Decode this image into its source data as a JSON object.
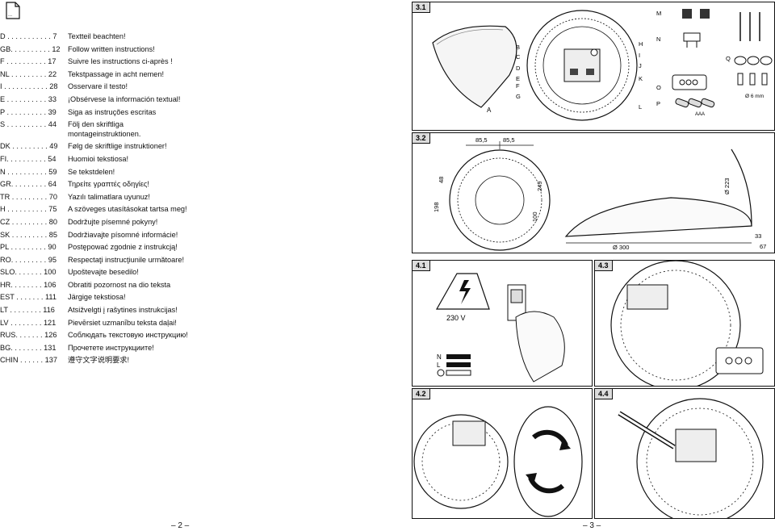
{
  "left_page": {
    "languages": [
      {
        "code": "D . . . . . . . . . . . 7",
        "text": "Textteil beachten!"
      },
      {
        "code": "GB. . . . . . . . . . 12",
        "text": "Follow written instructions!"
      },
      {
        "code": "F . . . . . . . . . . 17",
        "text": "Suivre les instructions ci-après !"
      },
      {
        "code": "NL . . . . . . . . . 22",
        "text": "Tekstpassage in acht nemen!"
      },
      {
        "code": "I . . . . . . . . . . . 28",
        "text": "Osservare il testo!"
      },
      {
        "code": "E . . . . . . . . . . 33",
        "text": "¡Obsérvese la información textual!"
      },
      {
        "code": "P . . . . . . . . . . 39",
        "text": "Siga as instruções escritas"
      },
      {
        "code": "S . . . . . . . . . . 44",
        "text": "Följ den skriftliga montageinstruktionen."
      },
      {
        "code": "DK . . . . . . . . . 49",
        "text": "Følg de skriftlige instruktioner!"
      },
      {
        "code": "FI. . . . . . . . . . 54",
        "text": "Huomioi tekstiosa!"
      },
      {
        "code": "N . . . . . . . . . . 59",
        "text": "Se tekstdelen!"
      },
      {
        "code": "GR. . . . . . . . . 64",
        "text": "Τηρείτε γραπτές οδηγίες!"
      },
      {
        "code": "TR . . . . . . . . . 70",
        "text": "Yazılı talimatlara uyunuz!"
      },
      {
        "code": "H . . . . . . . . . . 75",
        "text": "A szöveges utasításokat tartsa meg!"
      },
      {
        "code": "CZ . . . . . . . . . 80",
        "text": "Dodržujte písemné pokyny!"
      },
      {
        "code": "SK . . . . . . . . . 85",
        "text": "Dodržiavajte písomné informácie!"
      },
      {
        "code": "PL . . . . . . . . . 90",
        "text": "Postępować zgodnie z instrukcją!"
      },
      {
        "code": "RO. . . . . . . . . 95",
        "text": "Respectaţi instrucţiunile următoare!"
      },
      {
        "code": "SLO. . . . . . . 100",
        "text": "Upoštevajte besedilo!"
      },
      {
        "code": "HR. . . . . . . . 106",
        "text": "Obratiti pozornost na dio teksta"
      },
      {
        "code": "EST . . . . . . . 111",
        "text": "Järgige tekstiosa!"
      },
      {
        "code": "LT . . . . . . . . 116",
        "text": "Atsižvelgti į rašytines instrukcijas!"
      },
      {
        "code": "LV . . . . . . . . 121",
        "text": "Pievērsiet uzmanību teksta daļai!"
      },
      {
        "code": "RUS. . . . . . . 126",
        "text": "Соблюдать текстовую инструкцию!"
      },
      {
        "code": "BG. . . . . . . . 131",
        "text": "Прочетете инструкциите!"
      },
      {
        "code": "CHIN . . . . . . 137",
        "text": "遵守文字说明要求!"
      }
    ],
    "page_number": "– 2 –"
  },
  "right_page": {
    "page_number": "– 3 –",
    "fig_3_1": {
      "label": "3.1",
      "letters_left": [
        "B",
        "C",
        "D",
        "E",
        "F",
        "G"
      ],
      "letters_right": [
        "H",
        "I",
        "J",
        "K",
        "L"
      ],
      "letter_a": "A",
      "letter_m": "M",
      "letter_n": "N",
      "letter_o": "O",
      "letter_p": "P",
      "letter_q": "Q",
      "battery_label": "AAA",
      "screw_label": "Ø 6 mm"
    },
    "fig_3_2": {
      "label": "3.2",
      "dim_85_left": "85,5",
      "dim_85_right": "85,5",
      "dim_48": "48",
      "dim_198": "198",
      "dim_249": "249",
      "dim_100": "100",
      "dim_300": "Ø 300",
      "dim_223": "Ø 223",
      "dim_33": "33",
      "dim_67": "67"
    },
    "fig_4_1": {
      "label": "4.1",
      "voltage": "230 V",
      "wire_n": "N",
      "wire_l": "L"
    },
    "fig_4_2": {
      "label": "4.2"
    },
    "fig_4_3": {
      "label": "4.3"
    },
    "fig_4_4": {
      "label": "4.4"
    }
  }
}
